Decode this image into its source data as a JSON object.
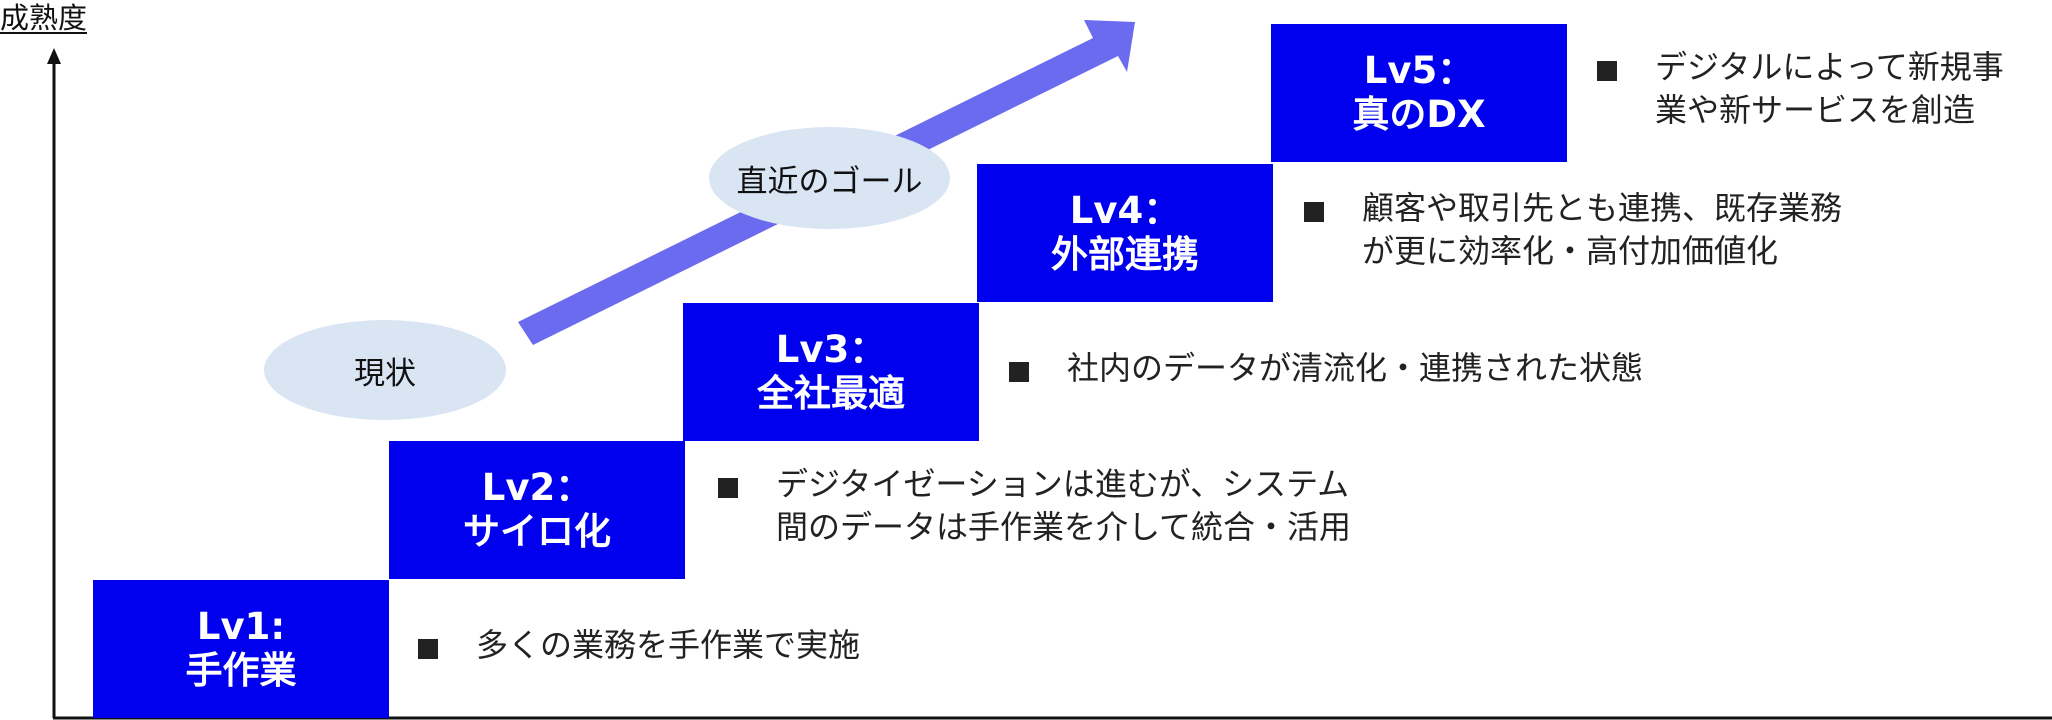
{
  "axis": {
    "y_label": "成熟度"
  },
  "colors": {
    "level_box": "#0000ee",
    "level_text": "#ffffff",
    "arrow": "#6b6bf0",
    "ellipse": "#dae5f4",
    "axis": "#111111"
  },
  "levels": [
    {
      "title": "Lv1:",
      "name": "手作業",
      "description_lines": [
        "多くの業務を手作業で実施"
      ]
    },
    {
      "title": "Lv2：",
      "name": "サイロ化",
      "description_lines": [
        "デジタイゼーションは進むが、システム",
        "間のデータは手作業を介して統合・活用"
      ]
    },
    {
      "title": "Lv3：",
      "name": "全社最適",
      "description_lines": [
        "社内のデータが清流化・連携された状態"
      ]
    },
    {
      "title": "Lv4：",
      "name": "外部連携",
      "description_lines": [
        "顧客や取引先とも連携、既存業務",
        "が更に効率化・高付加価値化"
      ]
    },
    {
      "title": "Lv5：",
      "name": "真のDX",
      "description_lines": [
        "デジタルによって新規事",
        "業や新サービスを創造"
      ]
    }
  ],
  "markers": {
    "current": "現状",
    "goal": "直近のゴール"
  }
}
